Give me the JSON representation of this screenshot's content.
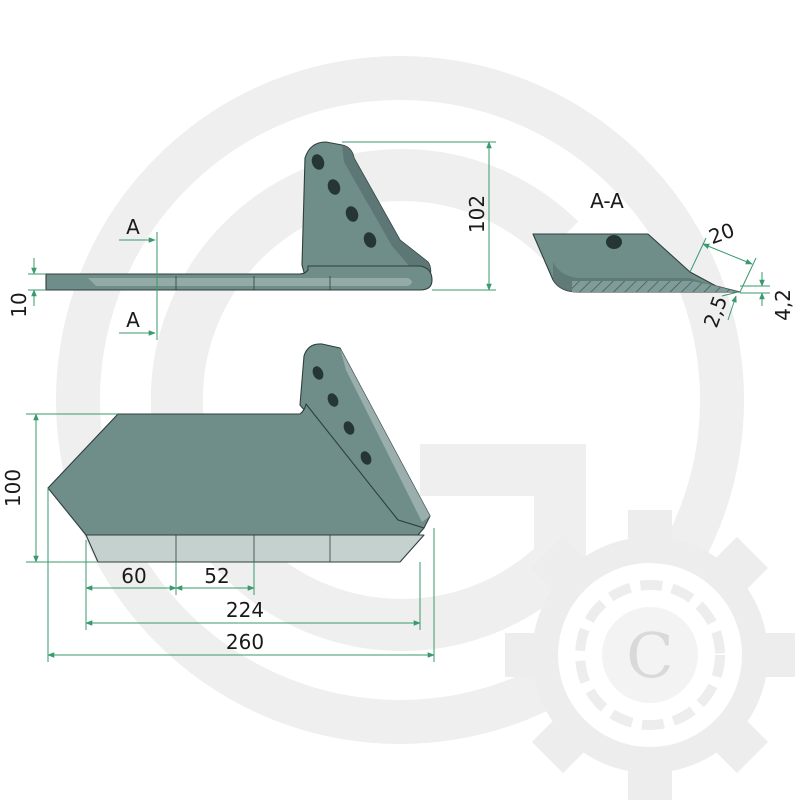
{
  "colors": {
    "steel": "#6f8e8a",
    "dimension_line": "#3a9a6e",
    "watermark": "#eeeeee"
  },
  "side_view": {
    "section_marker_top": "A",
    "section_marker_bottom": "A",
    "dim_height": "102",
    "dim_thickness": "10"
  },
  "section_view": {
    "title": "A-A",
    "dim_bevel_length": "20",
    "dim_edge": "2,5",
    "dim_thickness": "4,2"
  },
  "plan_view": {
    "dim_width": "100",
    "dim_segment_1": "60",
    "dim_segment_2": "52",
    "dim_blade_length": "224",
    "dim_total_length": "260"
  },
  "watermark": {
    "logo_letter": "C",
    "icon": "gear-logo-icon"
  }
}
